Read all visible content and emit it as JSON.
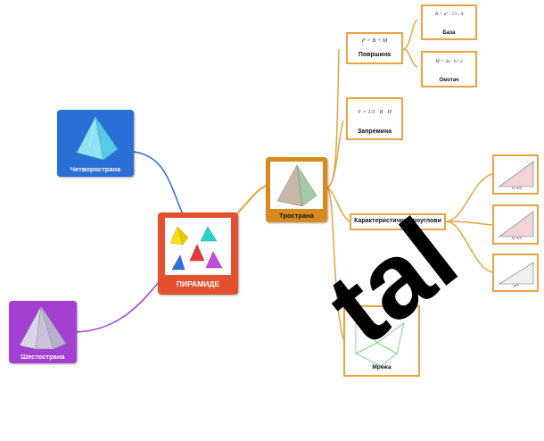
{
  "central": {
    "label": "ПИРАМИДЕ"
  },
  "left_nodes": {
    "four_sided": {
      "label": "Четворострана"
    },
    "six_sided": {
      "label": "Шестострана"
    }
  },
  "tri": {
    "label": "Тространа"
  },
  "area": {
    "formula": "P = B + M",
    "label": "Површина",
    "base": {
      "formula": "B = a² · √3 / 4",
      "label": "База"
    },
    "mantle": {
      "formula": "M = 3a · h / 2",
      "label": "Омотач"
    }
  },
  "volume": {
    "formula": "V = 1/3 · B · H",
    "label": "Запремина"
  },
  "triangles": {
    "label": "Карактеристични троуглови",
    "items": [
      {
        "caption": "H, h/3"
      },
      {
        "caption": "H, h/3"
      },
      {
        "caption": "a/2"
      }
    ]
  },
  "net": {
    "label": "Мрежа"
  },
  "watermark": "tal",
  "colors": {
    "central": "#e2502f",
    "four_sided": "#2a6fd6",
    "six_sided": "#a33fd1",
    "tri": "#d78a1e",
    "branch": "#e9a33f",
    "watermark": "#000000"
  }
}
